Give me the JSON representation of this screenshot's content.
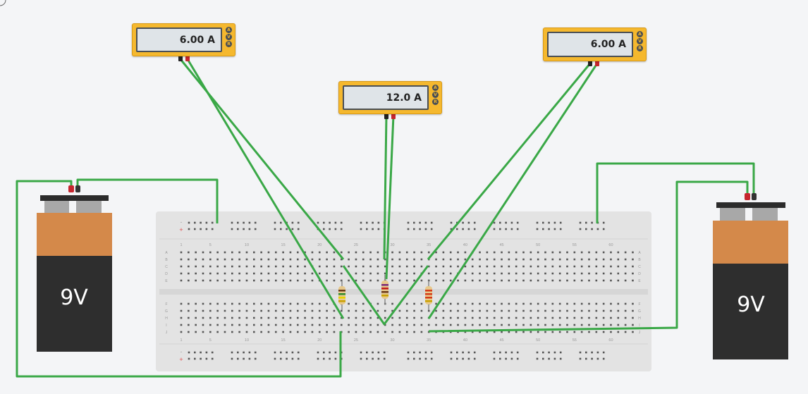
{
  "meters": [
    {
      "id": "left",
      "reading": "6.00 A",
      "modes": [
        "A",
        "V",
        "R"
      ]
    },
    {
      "id": "middle",
      "reading": "12.0 A",
      "modes": [
        "A",
        "V",
        "R"
      ]
    },
    {
      "id": "right",
      "reading": "6.00 A",
      "modes": [
        "A",
        "V",
        "R"
      ]
    }
  ],
  "batteries": [
    {
      "id": "left",
      "label": "9V"
    },
    {
      "id": "right",
      "label": "9V"
    }
  ],
  "breadboard": {
    "column_labels": [
      "1",
      "5",
      "10",
      "15",
      "20",
      "25",
      "30",
      "35",
      "40",
      "45",
      "50",
      "55",
      "60"
    ],
    "row_labels_top": [
      "A",
      "B",
      "C",
      "D",
      "E"
    ],
    "row_labels_bottom": [
      "F",
      "G",
      "H",
      "I",
      "J"
    ],
    "rail_signs": [
      "-",
      "+"
    ]
  },
  "colors": {
    "wire": "#3aa847",
    "meter_body": "#f5b82e",
    "battery_top": "#d4894a",
    "battery_bottom": "#2e2e2e",
    "breadboard": "#e3e3e3"
  }
}
